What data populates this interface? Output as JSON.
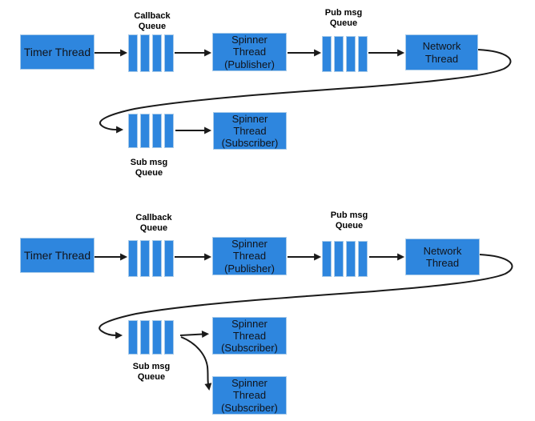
{
  "colors": {
    "box_fill": "#2E86DE",
    "box_border": "#A9CBE9",
    "text_color": "#10131A",
    "label_color": "#000000",
    "line_color": "#1A1A1A",
    "background": "#FFFFFF"
  },
  "diagram_top": {
    "timer_thread": "Timer Thread",
    "callback_queue_label": "Callback\nQueue",
    "spinner_publisher": "Spinner\nThread\n(Publisher)",
    "pub_msg_queue_label": "Pub msg\nQueue",
    "network_thread": "Network\nThread",
    "sub_msg_queue_label": "Sub msg\nQueue",
    "spinner_subscriber": "Spinner\nThread\n(Subscriber)"
  },
  "diagram_bottom": {
    "timer_thread": "Timer Thread",
    "callback_queue_label": "Callback\nQueue",
    "spinner_publisher": "Spinner\nThread\n(Publisher)",
    "pub_msg_queue_label": "Pub msg\nQueue",
    "network_thread": "Network\nThread",
    "sub_msg_queue_label": "Sub msg\nQueue",
    "spinner_subscriber_1": "Spinner\nThread\n(Subscriber)",
    "spinner_subscriber_2": "Spinner\nThread\n(Subscriber)"
  }
}
